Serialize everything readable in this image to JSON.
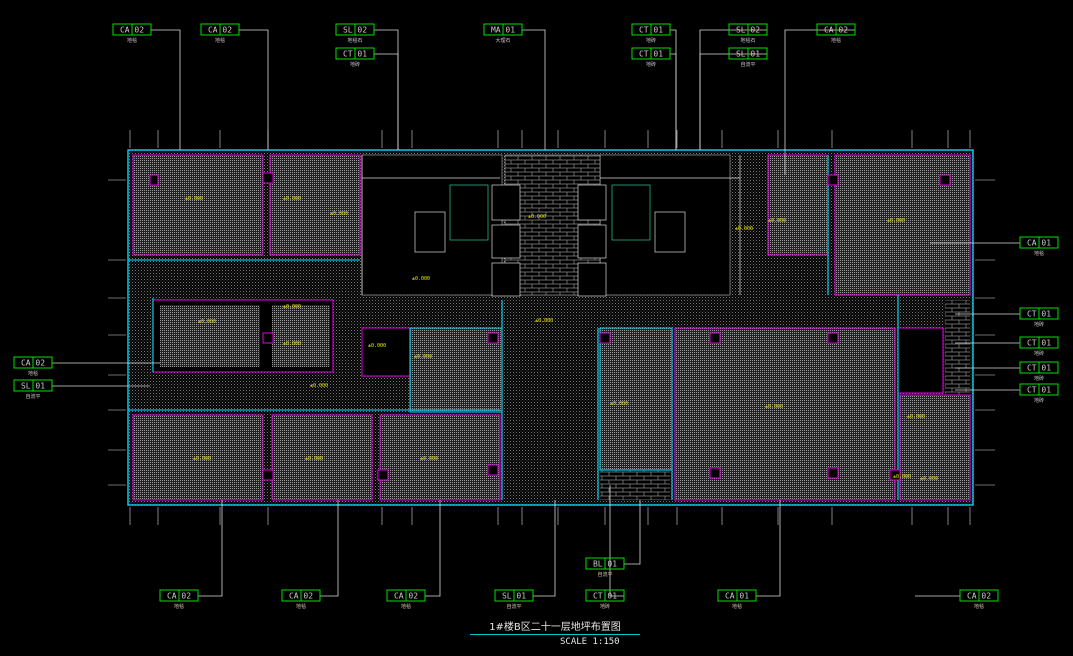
{
  "drawing": {
    "title": "1#楼B区二十一层地坪布置图",
    "scale": "SCALE 1:150"
  },
  "tags": [
    {
      "code": "CA 02",
      "sub": "地毯"
    },
    {
      "code": "CA 02",
      "sub": "地毯"
    },
    {
      "code": "SL 02",
      "sub": "地毯石"
    },
    {
      "code": "CT 01",
      "sub": "地砖"
    },
    {
      "code": "MA 01",
      "sub": "大理石"
    },
    {
      "code": "CT 01",
      "sub": "地砖"
    },
    {
      "code": "CT 01",
      "sub": "地砖"
    },
    {
      "code": "SL 02",
      "sub": "地毯石"
    },
    {
      "code": "SL 01",
      "sub": "自流平"
    },
    {
      "code": "CA 02",
      "sub": "地毯"
    },
    {
      "code": "CA 01",
      "sub": "地毯"
    },
    {
      "code": "CT 01",
      "sub": "地砖"
    },
    {
      "code": "CT 01",
      "sub": "地砖"
    },
    {
      "code": "CT 01",
      "sub": "地砖"
    },
    {
      "code": "CT 01",
      "sub": "地砖"
    },
    {
      "code": "CA 02",
      "sub": "地毯"
    },
    {
      "code": "SL 01",
      "sub": "自流平"
    },
    {
      "code": "CA 02",
      "sub": "地毯"
    },
    {
      "code": "CA 02",
      "sub": "地毯"
    },
    {
      "code": "CA 02",
      "sub": "地毯"
    },
    {
      "code": "SL 01",
      "sub": "自流平"
    },
    {
      "code": "BL 01",
      "sub": "自流平"
    },
    {
      "code": "CT 01",
      "sub": "地砖"
    },
    {
      "code": "CA 01",
      "sub": "地毯"
    },
    {
      "code": "CA 02",
      "sub": "地毯"
    }
  ],
  "levels": [
    "±0.000",
    "±0.000",
    "±0.000",
    "±0.000",
    "±0.000",
    "±0.000",
    "±0.000",
    "±0.000",
    "±0.000",
    "±0.000",
    "±0.000",
    "±0.000",
    "±0.000",
    "±0.000",
    "±0.000",
    "±0.000",
    "±0.000",
    "±0.000",
    "±0.000",
    "±0.000",
    "±0.000",
    "±0.000",
    "±0.000"
  ],
  "colors": {
    "leader": "#d9d9d9",
    "tag_border": "#00e000",
    "wall_cyan": "#00c8e6",
    "wall_magenta": "#e600e6",
    "grid": "#d8d8d8",
    "hatch": "#8a8a8a",
    "level": "#e8e800"
  }
}
